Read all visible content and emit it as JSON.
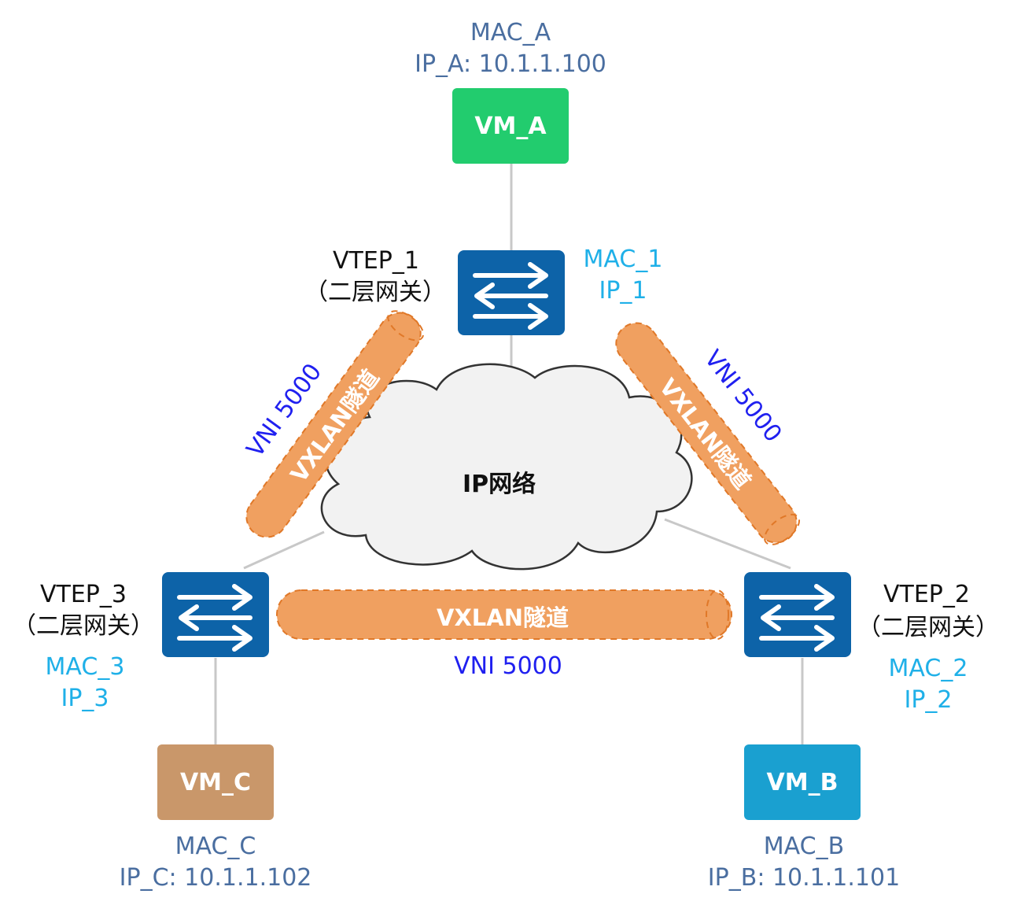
{
  "vm_a": {
    "name": "VM_A",
    "mac": "MAC_A",
    "ip": "IP_A: 10.1.1.100",
    "color": "#22cc6e"
  },
  "vm_b": {
    "name": "VM_B",
    "mac": "MAC_B",
    "ip": "IP_B: 10.1.1.101",
    "color": "#1aa0d0"
  },
  "vm_c": {
    "name": "VM_C",
    "mac": "MAC_C",
    "ip": "IP_C: 10.1.1.102",
    "color": "#c9976a"
  },
  "vtep1": {
    "name": "VTEP_1",
    "role": "（二层网关）",
    "mac": "MAC_1",
    "ip": "IP_1"
  },
  "vtep2": {
    "name": "VTEP_2",
    "role": "（二层网关）",
    "mac": "MAC_2",
    "ip": "IP_2"
  },
  "vtep3": {
    "name": "VTEP_3",
    "role": "（二层网关）",
    "mac": "MAC_3",
    "ip": "IP_3"
  },
  "network": {
    "label": "IP网络"
  },
  "tunnels": {
    "label": "VXLAN隧道",
    "vni": "VNI 5000",
    "color": "#f0a060"
  },
  "switch_color": "#0d63a8"
}
